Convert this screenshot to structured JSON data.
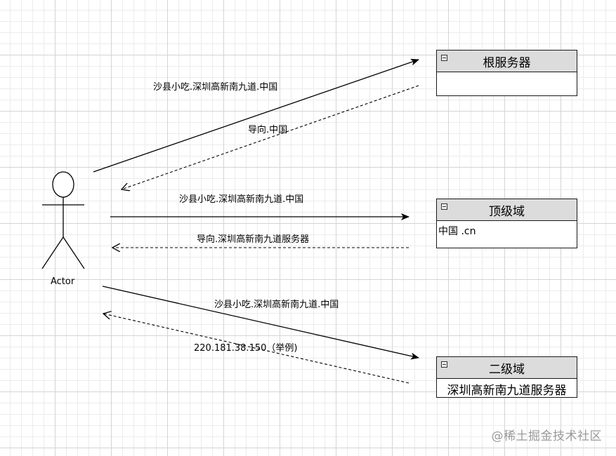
{
  "actor": {
    "label": "Actor"
  },
  "servers": {
    "root": {
      "title": "根服务器",
      "content": ""
    },
    "tld": {
      "title": "顶级域",
      "content": "中国 .cn"
    },
    "sld": {
      "title": "二级域",
      "content": "深圳高新南九道服务器"
    }
  },
  "messages": {
    "query_root": "沙县小吃.深圳高新南九道.中国",
    "reply_root": "导向.中国",
    "query_tld": "沙县小吃.深圳高新南九道.中国",
    "reply_tld": "导向.深圳高新南九道服务器",
    "query_sld": "沙县小吃.深圳高新南九道.中国",
    "reply_sld": "220.181.38.150（举例)"
  },
  "watermark": "@稀土掘金技术社区"
}
